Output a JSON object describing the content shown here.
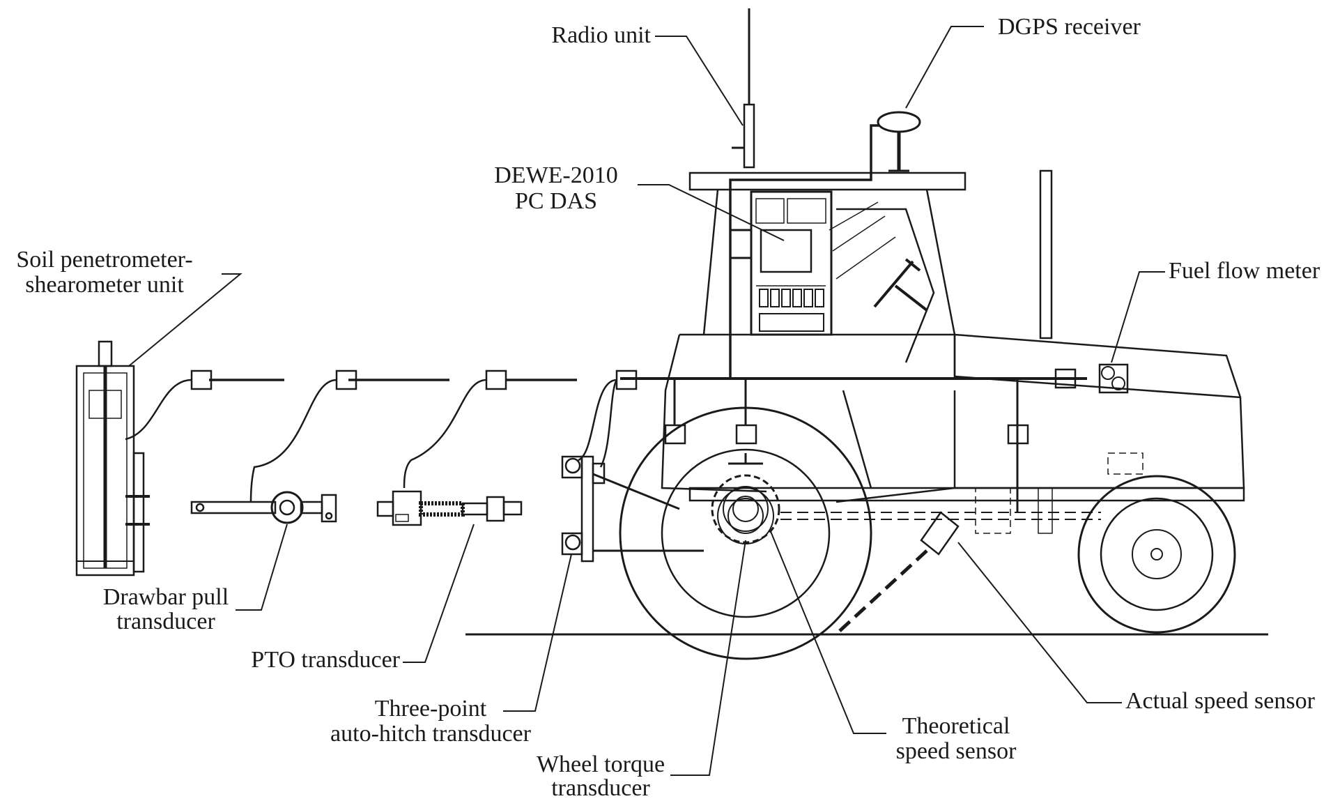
{
  "labels": {
    "radio_unit": "Radio unit",
    "dgps_receiver": "DGPS receiver",
    "dewe_line1": "DEWE-2010",
    "dewe_line2": "PC DAS",
    "soil_line1": "Soil penetrometer-",
    "soil_line2": "shearometer unit",
    "fuel_flow_meter": "Fuel flow meter",
    "drawbar_line1": "Drawbar pull",
    "drawbar_line2": "transducer",
    "pto_transducer": "PTO transducer",
    "hitch_line1": "Three-point",
    "hitch_line2": "auto-hitch transducer",
    "wheel_line1": "Wheel torque",
    "wheel_line2": "transducer",
    "theoretical_line1": "Theoretical",
    "theoretical_line2": "speed sensor",
    "actual_speed_sensor": "Actual speed sensor"
  },
  "colors": {
    "ink": "#1a1a1a",
    "background": "#ffffff"
  }
}
